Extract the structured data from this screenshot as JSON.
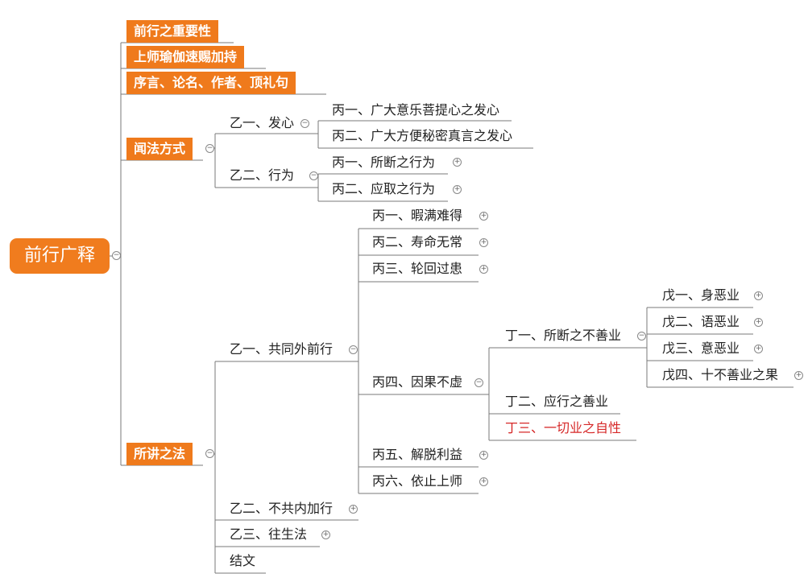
{
  "root": {
    "label": "前行广释"
  },
  "top_branches": {
    "b1": "前行之重要性",
    "b2": "上师瑜伽速赐加持",
    "b3": "序言、论名、作者、顶礼句",
    "b4": "闻法方式",
    "b5": "所讲之法"
  },
  "listen": {
    "fx": "乙一、发心",
    "fx_items": [
      "丙一、广大意乐菩提心之发心",
      "丙二、广大方便秘密真言之发心"
    ],
    "xw": "乙二、行为",
    "xw_items": [
      "丙一、所断之行为",
      "丙二、应取之行为"
    ]
  },
  "teach": {
    "common": "乙一、共同外前行",
    "common_items": [
      "丙一、暇满难得",
      "丙二、寿命无常",
      "丙三、轮回过患",
      "丙四、因果不虚",
      "丙五、解脱利益",
      "丙六、依止上师"
    ],
    "karma": [
      "丁一、所断之不善业",
      "丁二、应行之善业",
      "丁三、一切业之自性"
    ],
    "nonvirtue": [
      "戊一、身恶业",
      "戊二、语恶业",
      "戊三、意恶业",
      "戊四、十不善业之果"
    ],
    "uncommon": "乙二、不共内加行",
    "powa": "乙三、往生法",
    "end": "结文"
  },
  "icons": {
    "collapse": "minus-circle-icon",
    "expand": "plus-circle-icon"
  },
  "colors": {
    "accent": "#ef7a1c",
    "highlight_text": "#d62828",
    "line": "#7a7a7a"
  }
}
